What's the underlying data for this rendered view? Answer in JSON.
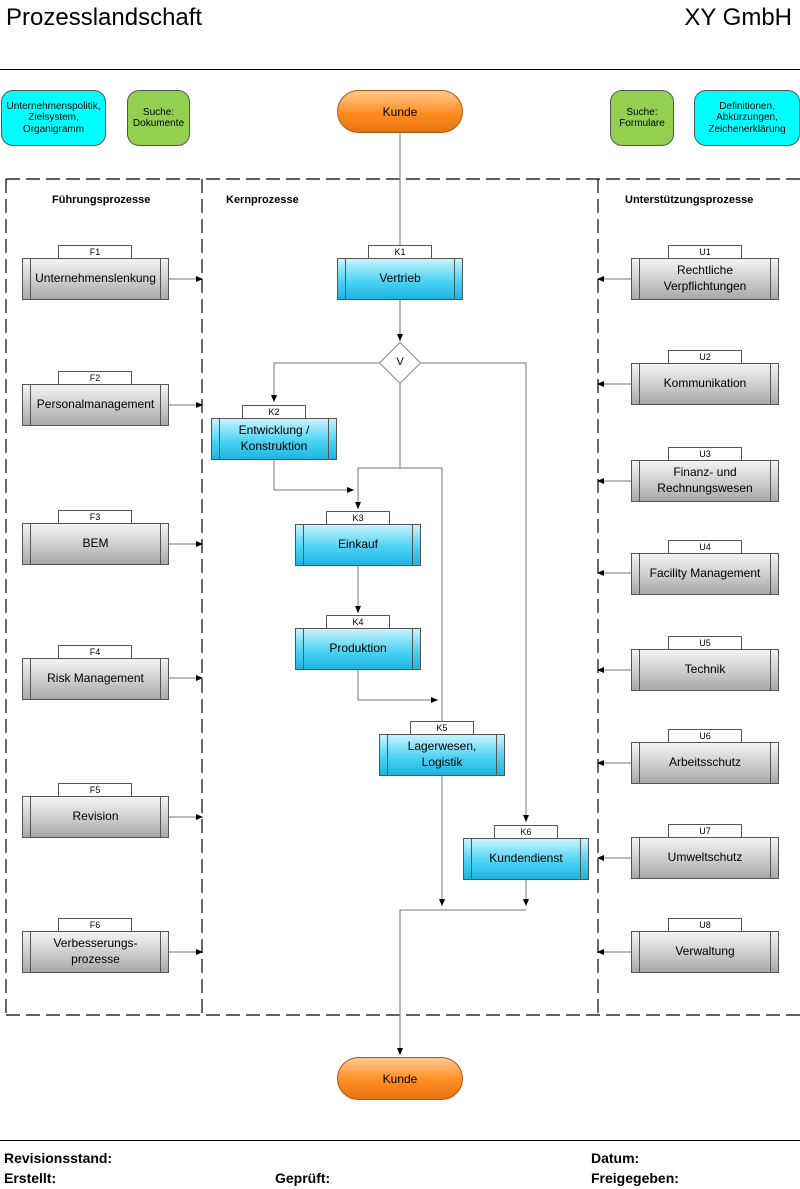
{
  "header": {
    "title": "Prozesslandschaft",
    "company": "XY GmbH"
  },
  "top_boxes": {
    "policy": "Unternehmenspolitik, Zielsystem, Organigramm",
    "search_documents": "Suche: Dokumente",
    "customer_top": "Kunde",
    "search_forms": "Suche: Formulare",
    "definitions": "Definitionen, Abkürzungen, Zeichenerklärung"
  },
  "lanes": {
    "leadership": "Führungsprozesse",
    "core": "Kernprozesse",
    "support": "Unterstützungsprozesse"
  },
  "leadership_processes": [
    {
      "id": "F1",
      "label": "Unternehmenslenkung"
    },
    {
      "id": "F2",
      "label": "Personalmanagement"
    },
    {
      "id": "F3",
      "label": "BEM"
    },
    {
      "id": "F4",
      "label": "Risk Management"
    },
    {
      "id": "F5",
      "label": "Revision"
    },
    {
      "id": "F6",
      "label": "Verbesserungs-\nprozesse"
    }
  ],
  "core_processes": [
    {
      "id": "K1",
      "label": "Vertrieb"
    },
    {
      "id": "K2",
      "label": "Entwicklung /\nKonstruktion"
    },
    {
      "id": "K3",
      "label": "Einkauf"
    },
    {
      "id": "K4",
      "label": "Produktion"
    },
    {
      "id": "K5",
      "label": "Lagerwesen,\nLogistik"
    },
    {
      "id": "K6",
      "label": "Kundendienst"
    }
  ],
  "decision": "V",
  "support_processes": [
    {
      "id": "U1",
      "label": "Rechtliche\nVerpflichtungen"
    },
    {
      "id": "U2",
      "label": "Kommunikation"
    },
    {
      "id": "U3",
      "label": "Finanz- und\nRechnungswesen"
    },
    {
      "id": "U4",
      "label": "Facility Management"
    },
    {
      "id": "U5",
      "label": "Technik"
    },
    {
      "id": "U6",
      "label": "Arbeitsschutz"
    },
    {
      "id": "U7",
      "label": "Umweltschutz"
    },
    {
      "id": "U8",
      "label": "Verwaltung"
    }
  ],
  "customer_bottom": "Kunde",
  "footer": {
    "revision": "Revisionsstand:",
    "date": "Datum:",
    "created": "Erstellt:",
    "checked": "Geprüft:",
    "approved": "Freigegeben:"
  },
  "colors": {
    "info_box": "#00ffff",
    "search_box": "#92d050",
    "customer": "#ff8c20",
    "core_process": "#33c8ee",
    "support_process": "#c8c8c8"
  }
}
